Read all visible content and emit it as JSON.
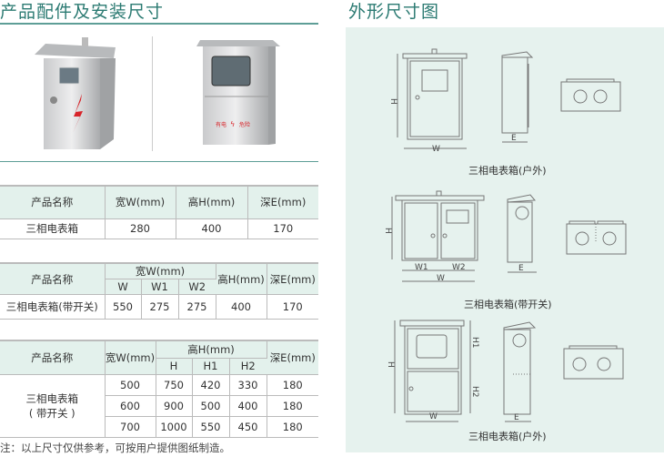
{
  "left_title": "产品配件及安装尺寸",
  "right_title": "外形尺寸图",
  "photo2_text": {
    "a": "有电",
    "b": "危险"
  },
  "table1": {
    "headers": [
      "产品名称",
      "宽W(mm)",
      "高H(mm)",
      "深E(mm)"
    ],
    "row": [
      "三相电表箱",
      "280",
      "400",
      "170"
    ]
  },
  "table2": {
    "headers": {
      "name": "产品名称",
      "width": "宽W(mm)",
      "w": "W",
      "w1": "W1",
      "w2": "W2",
      "height": "高H(mm)",
      "depth": "深E(mm)"
    },
    "row": [
      "三相电表箱(带开关)",
      "550",
      "275",
      "275",
      "400",
      "170"
    ]
  },
  "table3": {
    "headers": {
      "name": "产品名称",
      "width": "宽W(mm)",
      "height": "高H(mm)",
      "h": "H",
      "h1": "H1",
      "h2": "H2",
      "depth": "深E(mm)"
    },
    "name": "三相电表箱",
    "name2": "( 带开关 )",
    "rows": [
      [
        "500",
        "750",
        "420",
        "330",
        "180"
      ],
      [
        "600",
        "900",
        "500",
        "400",
        "180"
      ],
      [
        "700",
        "1000",
        "550",
        "450",
        "180"
      ]
    ]
  },
  "note": "注：以上尺寸仅供参考，可按用户提供图纸制造。",
  "diagrams": {
    "cap1": "三相电表箱(户外)",
    "cap2": "三相电表箱(带开关)",
    "cap3": "三相电表箱(户外)",
    "H": "H",
    "W": "W",
    "E": "E",
    "W1": "W1",
    "W2": "W2",
    "H1": "H1",
    "H2": "H2"
  }
}
